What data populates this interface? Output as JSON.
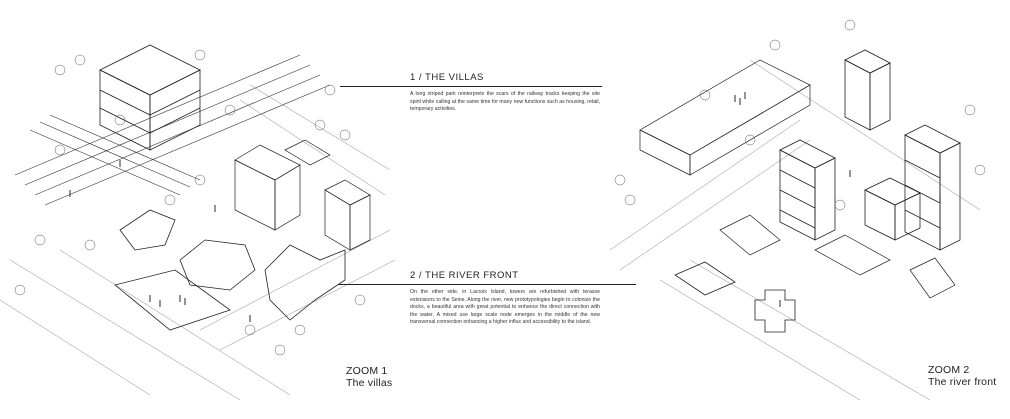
{
  "zoom1": {
    "number": "ZOOM  1",
    "name": "The villas"
  },
  "zoom2": {
    "number": "ZOOM  2",
    "name": "The river front"
  },
  "sections": [
    {
      "title": "1 / THE VILLAS",
      "body": "A long striped park reinterprets the scars of the railway tracks keeping the site spirit while calling at the same time for many new functions such as housing, retail, temporary activities."
    },
    {
      "title": "2 / THE  RIVER FRONT",
      "body": "On the other side, in Lacroix Island, towers are refurbished with terasse extensions to the Seine. Along the river, new prototypologies begin to colonize the docks, a beautiful area with great potential to enhance the direct connection with the water. A mixed use large scale node emerges in the middle of the new transversal connection enhancing a higher influx and accessibility to the island."
    }
  ]
}
